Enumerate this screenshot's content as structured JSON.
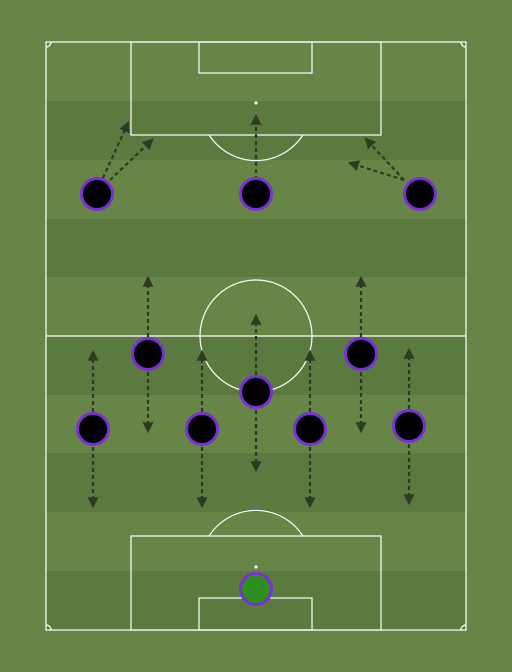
{
  "pitch": {
    "background_color": "#668546",
    "stripe_light": "#668546",
    "stripe_dark": "#5b7a3f",
    "line_color": "#ffffff"
  },
  "players": [
    {
      "role": "goalkeeper",
      "fill": "#2f8f1e"
    },
    {
      "role": "outfield",
      "fill": "#000000"
    },
    {
      "role": "outfield",
      "fill": "#000000"
    },
    {
      "role": "outfield",
      "fill": "#000000"
    },
    {
      "role": "outfield",
      "fill": "#000000"
    },
    {
      "role": "outfield",
      "fill": "#000000"
    },
    {
      "role": "outfield",
      "fill": "#000000"
    },
    {
      "role": "outfield",
      "fill": "#000000"
    },
    {
      "role": "outfield",
      "fill": "#000000"
    },
    {
      "role": "outfield",
      "fill": "#000000"
    },
    {
      "role": "outfield",
      "fill": "#000000"
    }
  ],
  "player_ring_color": "#7b2fd6",
  "arrow_color": "#2f3a24",
  "arrow_style": "dashed"
}
